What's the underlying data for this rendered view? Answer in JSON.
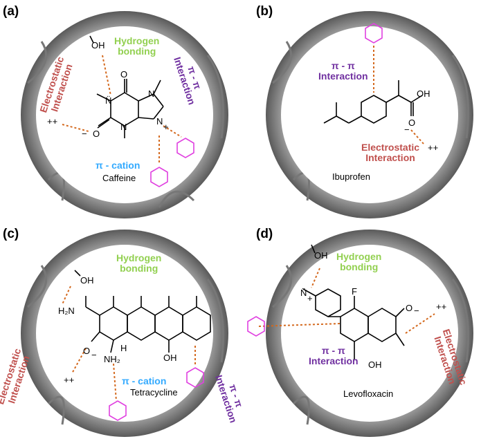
{
  "panels": [
    {
      "label": "(a)",
      "molecule": "Caffeine",
      "interactions": {
        "hbond": "Hydrogen\nbonding",
        "pipi": "π - π\nInteraction",
        "electro": "Electrostatic\nInteraction",
        "pication": "π - cation"
      }
    },
    {
      "label": "(b)",
      "molecule": "Ibuprofen",
      "interactions": {
        "pipi": "π - π\nInteraction",
        "electro": "Electrostatic\nInteraction"
      }
    },
    {
      "label": "(c)",
      "molecule": "Tetracycline",
      "interactions": {
        "hbond": "Hydrogen\nbonding",
        "electro": "Electrostatic\nInteraction",
        "pication": "π - cation",
        "pipi": "π - π\nInteraction"
      }
    },
    {
      "label": "(d)",
      "molecule": "Levofloxacin",
      "interactions": {
        "hbond": "Hydrogen\nbonding",
        "pipi": "π - π\nInteraction",
        "electro": "Electrostatic\nInteraction"
      }
    }
  ],
  "atoms": {
    "oh": "OH",
    "o": "O",
    "n": "N",
    "nh2": "NH₂",
    "h2n": "H₂N",
    "h": "H",
    "f": "F",
    "plus": "+",
    "minus": "−",
    "pluses": "++",
    "n_dot": "N̈"
  },
  "colors": {
    "hbond": "#92d050",
    "pipi": "#7030a0",
    "electro": "#c0504d",
    "pication": "#33aaff",
    "arrow": "#d4691e",
    "benzene": "#e040e0"
  }
}
